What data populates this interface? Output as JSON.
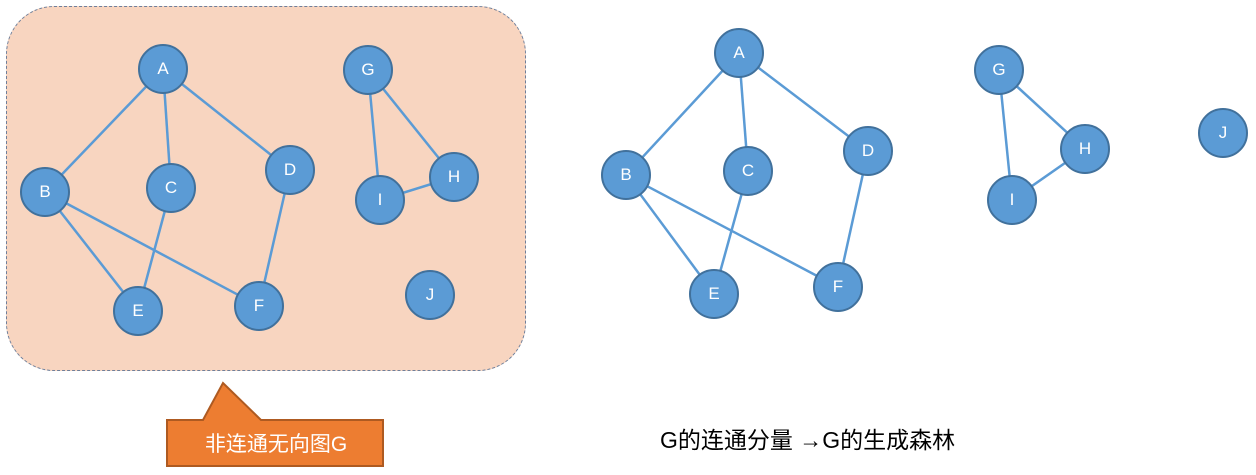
{
  "colors": {
    "node_fill": "#5b9bd5",
    "node_border": "#41719c",
    "edge": "#5b9bd5",
    "panel_fill": "#f8d5c0",
    "panel_border": "#6f7f9a",
    "callout_fill": "#ed7d31",
    "callout_border": "#ae5a21"
  },
  "graph": {
    "nodes": [
      {
        "id": "A",
        "label": "A"
      },
      {
        "id": "B",
        "label": "B"
      },
      {
        "id": "C",
        "label": "C"
      },
      {
        "id": "D",
        "label": "D"
      },
      {
        "id": "E",
        "label": "E"
      },
      {
        "id": "F",
        "label": "F"
      },
      {
        "id": "G",
        "label": "G"
      },
      {
        "id": "H",
        "label": "H"
      },
      {
        "id": "I",
        "label": "I"
      },
      {
        "id": "J",
        "label": "J"
      }
    ],
    "edges": [
      [
        "A",
        "B"
      ],
      [
        "A",
        "C"
      ],
      [
        "A",
        "D"
      ],
      [
        "B",
        "E"
      ],
      [
        "B",
        "F"
      ],
      [
        "C",
        "E"
      ],
      [
        "D",
        "F"
      ],
      [
        "G",
        "H"
      ],
      [
        "G",
        "I"
      ],
      [
        "H",
        "I"
      ]
    ]
  },
  "forest": {
    "edges": [
      [
        "A",
        "B"
      ],
      [
        "A",
        "C"
      ],
      [
        "A",
        "D"
      ],
      [
        "B",
        "E"
      ],
      [
        "B",
        "F"
      ],
      [
        "C",
        "E"
      ],
      [
        "D",
        "F"
      ],
      [
        "G",
        "H"
      ],
      [
        "G",
        "I"
      ],
      [
        "H",
        "I"
      ]
    ]
  },
  "callout_label": "非连通无向图G",
  "caption": "G的连通分量 →G的生成森林"
}
